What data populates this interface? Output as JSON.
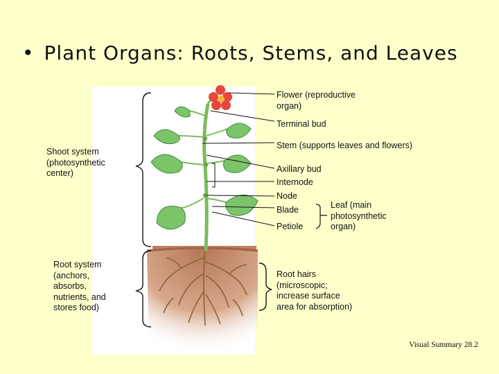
{
  "title": "Plant Organs: Roots, Stems, and Leaves",
  "bullet": "•",
  "labels": {
    "flower": "Flower (reproductive\norgan)",
    "terminal_bud": "Terminal bud",
    "stem": "Stem (supports leaves and flowers)",
    "axillary_bud": "Axillary bud",
    "internode": "Internode",
    "node": "Node",
    "blade": "Blade",
    "petiole": "Petiole",
    "leaf": "Leaf (main\nphotosynthetic\norgan)",
    "root_hairs": "Root hairs\n(microscopic;\nincrease surface\narea for absorption)",
    "shoot_system": "Shoot system\n(photosynthetic\ncenter)",
    "root_system": "Root system\n(anchors,\nabsorbs,\nnutrients, and\nstores food)"
  },
  "caption": "Visual Summary 28.2",
  "colors": {
    "background": "#ffffcc",
    "panel": "#ffffff",
    "soil": "#c48a6a",
    "leaf": "#7cc46a",
    "leaf_dark": "#3f8a3a",
    "stem": "#7dbb5c",
    "flower": "#e8463a",
    "root": "#a07a4a"
  }
}
